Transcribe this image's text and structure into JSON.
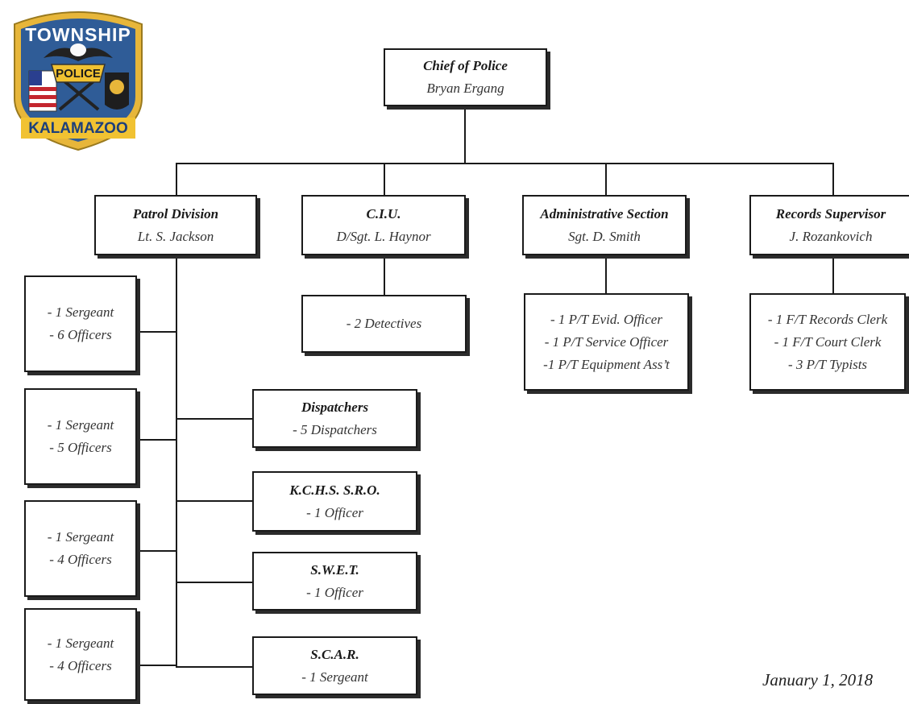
{
  "logo": {
    "top_text": "TOWNSHIP",
    "center_text": "POLICE",
    "bottom_text": "KALAMAZOO",
    "colors": {
      "shield": "#2f5c97",
      "rim": "#e7b63a",
      "banner": "#f1c232"
    }
  },
  "chief": {
    "title": "Chief of Police",
    "name": "Bryan Ergang"
  },
  "divisions": [
    {
      "title": "Patrol Division",
      "name": "Lt. S. Jackson"
    },
    {
      "title": "C.I.U.",
      "name": "D/Sgt. L. Haynor"
    },
    {
      "title": "Administrative Section",
      "name": "Sgt. D. Smith"
    },
    {
      "title": "Records Supervisor",
      "name": "J. Rozankovich"
    }
  ],
  "patrol_squads": [
    {
      "lines": [
        "- 1 Sergeant",
        "- 6 Officers"
      ]
    },
    {
      "lines": [
        "- 1 Sergeant",
        "- 5 Officers"
      ]
    },
    {
      "lines": [
        "- 1 Sergeant",
        "- 4 Officers"
      ]
    },
    {
      "lines": [
        "- 1 Sergeant",
        "- 4 Officers"
      ]
    }
  ],
  "patrol_units": [
    {
      "title": "Dispatchers",
      "lines": [
        "- 5 Dispatchers"
      ]
    },
    {
      "title": "K.C.H.S. S.R.O.",
      "lines": [
        "- 1 Officer"
      ]
    },
    {
      "title": "S.W.E.T.",
      "lines": [
        "- 1 Officer"
      ]
    },
    {
      "title": "S.C.A.R.",
      "lines": [
        "- 1 Sergeant"
      ]
    }
  ],
  "ciu_staff": {
    "lines": [
      "- 2 Detectives"
    ]
  },
  "admin_staff": {
    "lines": [
      "- 1 P/T Evid. Officer",
      "- 1 P/T Service Officer",
      "-1 P/T Equipment Ass’t"
    ]
  },
  "records_staff": {
    "lines": [
      "- 1 F/T Records Clerk",
      "- 1 F/T Court Clerk",
      "- 3 P/T Typists"
    ]
  },
  "date": "January 1, 2018"
}
